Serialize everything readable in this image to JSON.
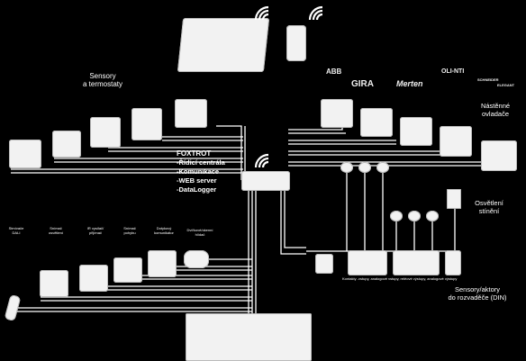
{
  "labels": {
    "sensors": "Sensory\na termostaty",
    "controller_title": "FOXTROT",
    "controller_items": [
      "-Řídicí centrála",
      "-Komunikace",
      "-WEB server",
      "-DataLogger"
    ],
    "wall_switches": "Nástěnné\novladače",
    "lighting": "Osvětlení\nstínění",
    "cabinet": "Sensory/aktory\ndo rozvaděče (DIN)",
    "cabinet_sub": "Kontakty -vstupy, analogové vstupy, reléové výstupy, analogové výstupy",
    "bottom_row": [
      "Stmívače\nDALI",
      "Snímač\nosvětlení",
      "IR vysílač/\npřijímač",
      "Snímač\npohybu",
      "Dotykový\nkomunikátor",
      "Dvířkové/okenní\nhlídač"
    ]
  },
  "brands": [
    "ABB",
    "GIRA",
    "Merten",
    "OLI-NTI",
    "SCHNEIDER",
    "ELEGANT"
  ],
  "colors": {
    "background": "#000000",
    "device": "#f2f2f2",
    "wire": "#ffffff"
  }
}
